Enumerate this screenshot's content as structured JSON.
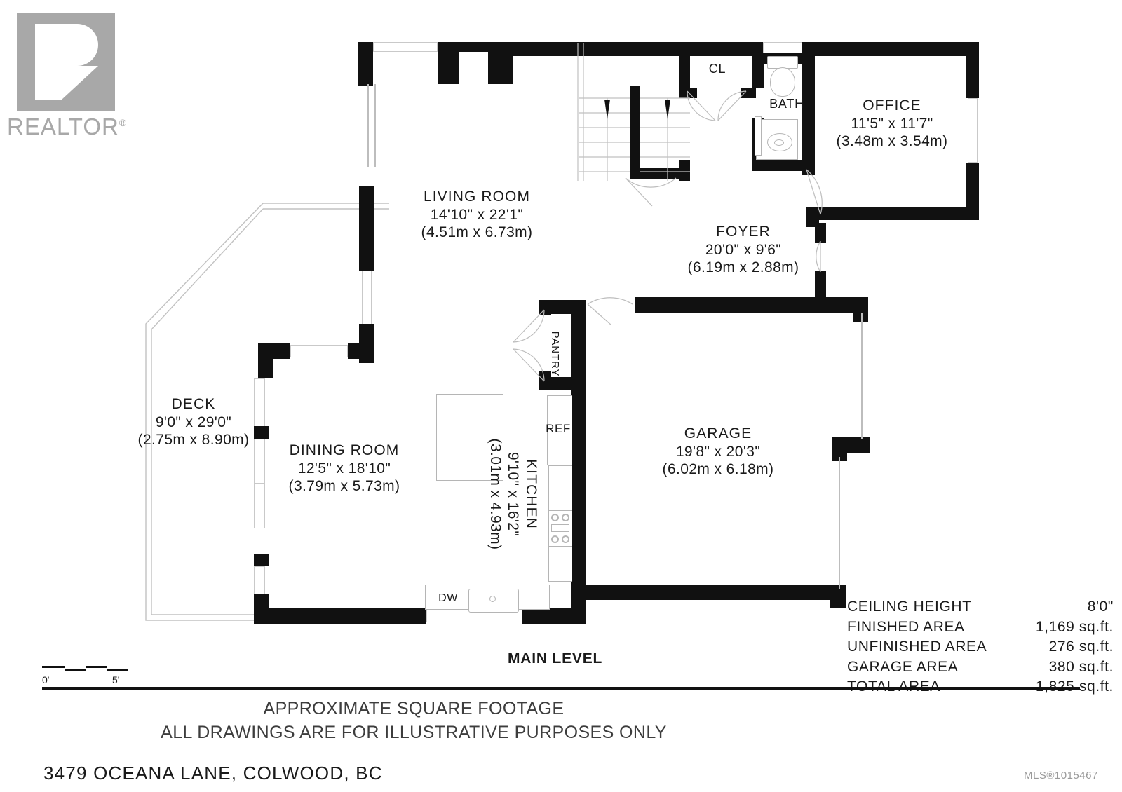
{
  "branding": {
    "logo_text": "REALTOR",
    "logo_mark": "realtor-r-logo",
    "logo_color": "#a8a8a8"
  },
  "floorplan": {
    "level_label": "MAIN LEVEL",
    "rooms": [
      {
        "key": "living",
        "name": "LIVING ROOM",
        "imperial": "14'10\" x 22'1\"",
        "metric": "(4.51m x 6.73m)"
      },
      {
        "key": "office",
        "name": "OFFICE",
        "imperial": "11'5\" x 11'7\"",
        "metric": "(3.48m x 3.54m)"
      },
      {
        "key": "foyer",
        "name": "FOYER",
        "imperial": "20'0\" x 9'6\"",
        "metric": "(6.19m x 2.88m)"
      },
      {
        "key": "garage",
        "name": "GARAGE",
        "imperial": "19'8\" x 20'3\"",
        "metric": "(6.02m x 6.18m)"
      },
      {
        "key": "deck",
        "name": "DECK",
        "imperial": "9'0\" x 29'0\"",
        "metric": "(2.75m x 8.90m)"
      },
      {
        "key": "dining",
        "name": "DINING ROOM",
        "imperial": "12'5\" x 18'10\"",
        "metric": "(3.79m x 5.73m)"
      },
      {
        "key": "kitchen",
        "name": "KITCHEN",
        "imperial": "9'10\" x 16'2\"",
        "metric": "(3.01m x 4.93m)"
      }
    ],
    "small_labels": [
      {
        "key": "closet",
        "name": "CL"
      },
      {
        "key": "bath",
        "name": "BATH"
      },
      {
        "key": "pantry",
        "name": "PANTRY"
      },
      {
        "key": "fridge",
        "name": "REF"
      },
      {
        "key": "dishwasher",
        "name": "DW"
      }
    ]
  },
  "stats": {
    "rows": [
      {
        "label": "CEILING HEIGHT",
        "value": "8'0\""
      },
      {
        "label": "FINISHED AREA",
        "value": "1,169 sq.ft."
      },
      {
        "label": "UNFINISHED AREA",
        "value": "276 sq.ft."
      },
      {
        "label": "GARAGE AREA",
        "value": "380 sq.ft."
      },
      {
        "label": "TOTAL AREA",
        "value": "1,825 sq.ft."
      }
    ]
  },
  "scale_bar": {
    "start": "0'",
    "end": "5'"
  },
  "footer": {
    "line1": "APPROXIMATE SQUARE FOOTAGE",
    "line2": "ALL DRAWINGS ARE FOR ILLUSTRATIVE PURPOSES ONLY",
    "address": "3479 OCEANA LANE, COLWOOD, BC",
    "mls": "MLS®1015467"
  }
}
